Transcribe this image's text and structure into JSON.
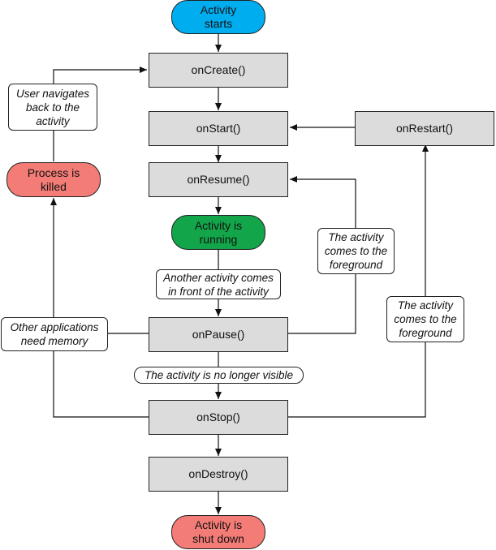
{
  "nodes": {
    "activity_starts": "Activity\nstarts",
    "on_create": "onCreate()",
    "on_start": "onStart()",
    "on_restart": "onRestart()",
    "on_resume": "onResume()",
    "activity_running": "Activity is\nrunning",
    "on_pause": "onPause()",
    "on_stop": "onStop()",
    "on_destroy": "onDestroy()",
    "activity_shut_down": "Activity is\nshut down",
    "process_killed": "Process is\nkilled"
  },
  "labels": {
    "user_navigates_back": "User navigates\nback to the\nactivity",
    "other_apps_need_memory": "Other applications\nneed memory",
    "another_activity_in_front": "Another activity comes\nin front of the activity",
    "no_longer_visible": "The activity is no longer visible",
    "foreground_to_resume": "The activity\ncomes to the\nforeground",
    "foreground_to_restart": "The activity\ncomes to the\nforeground"
  },
  "colors": {
    "start": "#00adef",
    "running": "#12a54a",
    "terminal": "#f47c77",
    "process_box": "#dcdcdc",
    "line": "#111111"
  }
}
